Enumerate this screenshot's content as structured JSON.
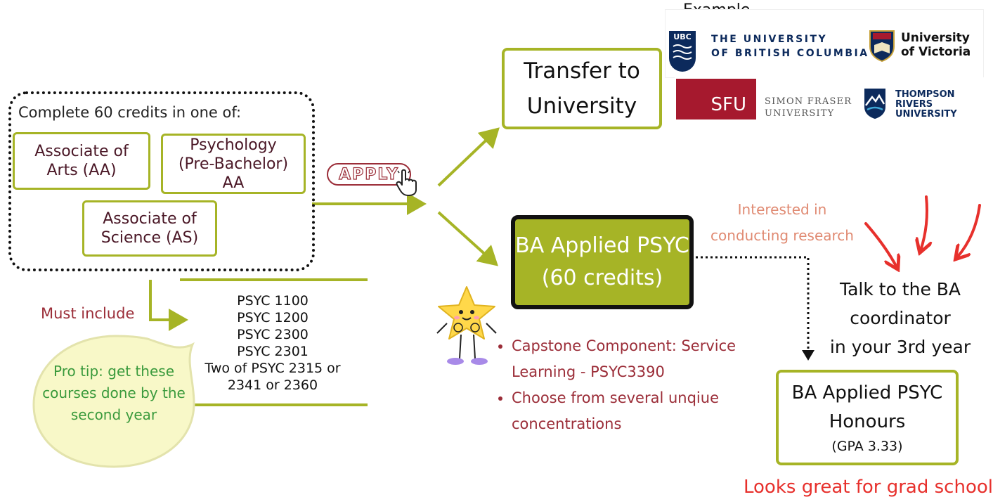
{
  "colors": {
    "olive": "#a6b426",
    "maroon": "#9b2d38",
    "salmon": "#e08a72",
    "red": "#e7302c",
    "tip_green": "#3a9a3c"
  },
  "start": {
    "heading": "Complete 60 credits in one of:",
    "program_aa": "Associate of Arts (AA)",
    "program_psych_line1": "Psychology",
    "program_psych_line2": "(Pre-Bachelor)",
    "program_psych_line3": "AA",
    "program_as_line1": "Associate of",
    "program_as_line2": "Science (AS)"
  },
  "requirements": {
    "label": "Must include",
    "courses": [
      "PSYC 1100",
      "PSYC 1200",
      "PSYC 2300",
      "PSYC 2301",
      "Two of PSYC 2315 or",
      "2341 or 2360"
    ],
    "pro_tip": "Pro tip: get these courses done by the second year"
  },
  "apply_button": {
    "label": "APPLY",
    "icon": "pointer-hand-icon"
  },
  "transfer": {
    "line1": "Transfer to",
    "line2": "University",
    "example_label": "Example",
    "logos": {
      "ubc_mark": "UBC",
      "ubc_line1": "THE UNIVERSITY",
      "ubc_line2": "OF BRITISH COLUMBIA",
      "uvic_line1": "University",
      "uvic_line2": "of Victoria",
      "sfu_mark": "SFU",
      "sfu_line1": "SIMON FRASER",
      "sfu_line2": "UNIVERSITY",
      "tru_line1": "THOMPSON",
      "tru_line2": "RIVERS",
      "tru_line3": "UNIVERSITY"
    }
  },
  "ba": {
    "line1": "BA Applied PSYC",
    "line2": "(60 credits)",
    "bullets": [
      "Capstone Component: Service Learning - PSYC3390",
      "Choose from several unqiue concentrations"
    ]
  },
  "research": {
    "line1": "Interested in",
    "line2": "conducting research"
  },
  "coordinator": {
    "line1": "Talk to the BA",
    "line2": "coordinator",
    "line3": "in your 3rd year"
  },
  "honours": {
    "line1": "BA Applied PSYC",
    "line2": "Honours",
    "line3": "(GPA 3.33)",
    "note": "Looks great for grad school"
  }
}
